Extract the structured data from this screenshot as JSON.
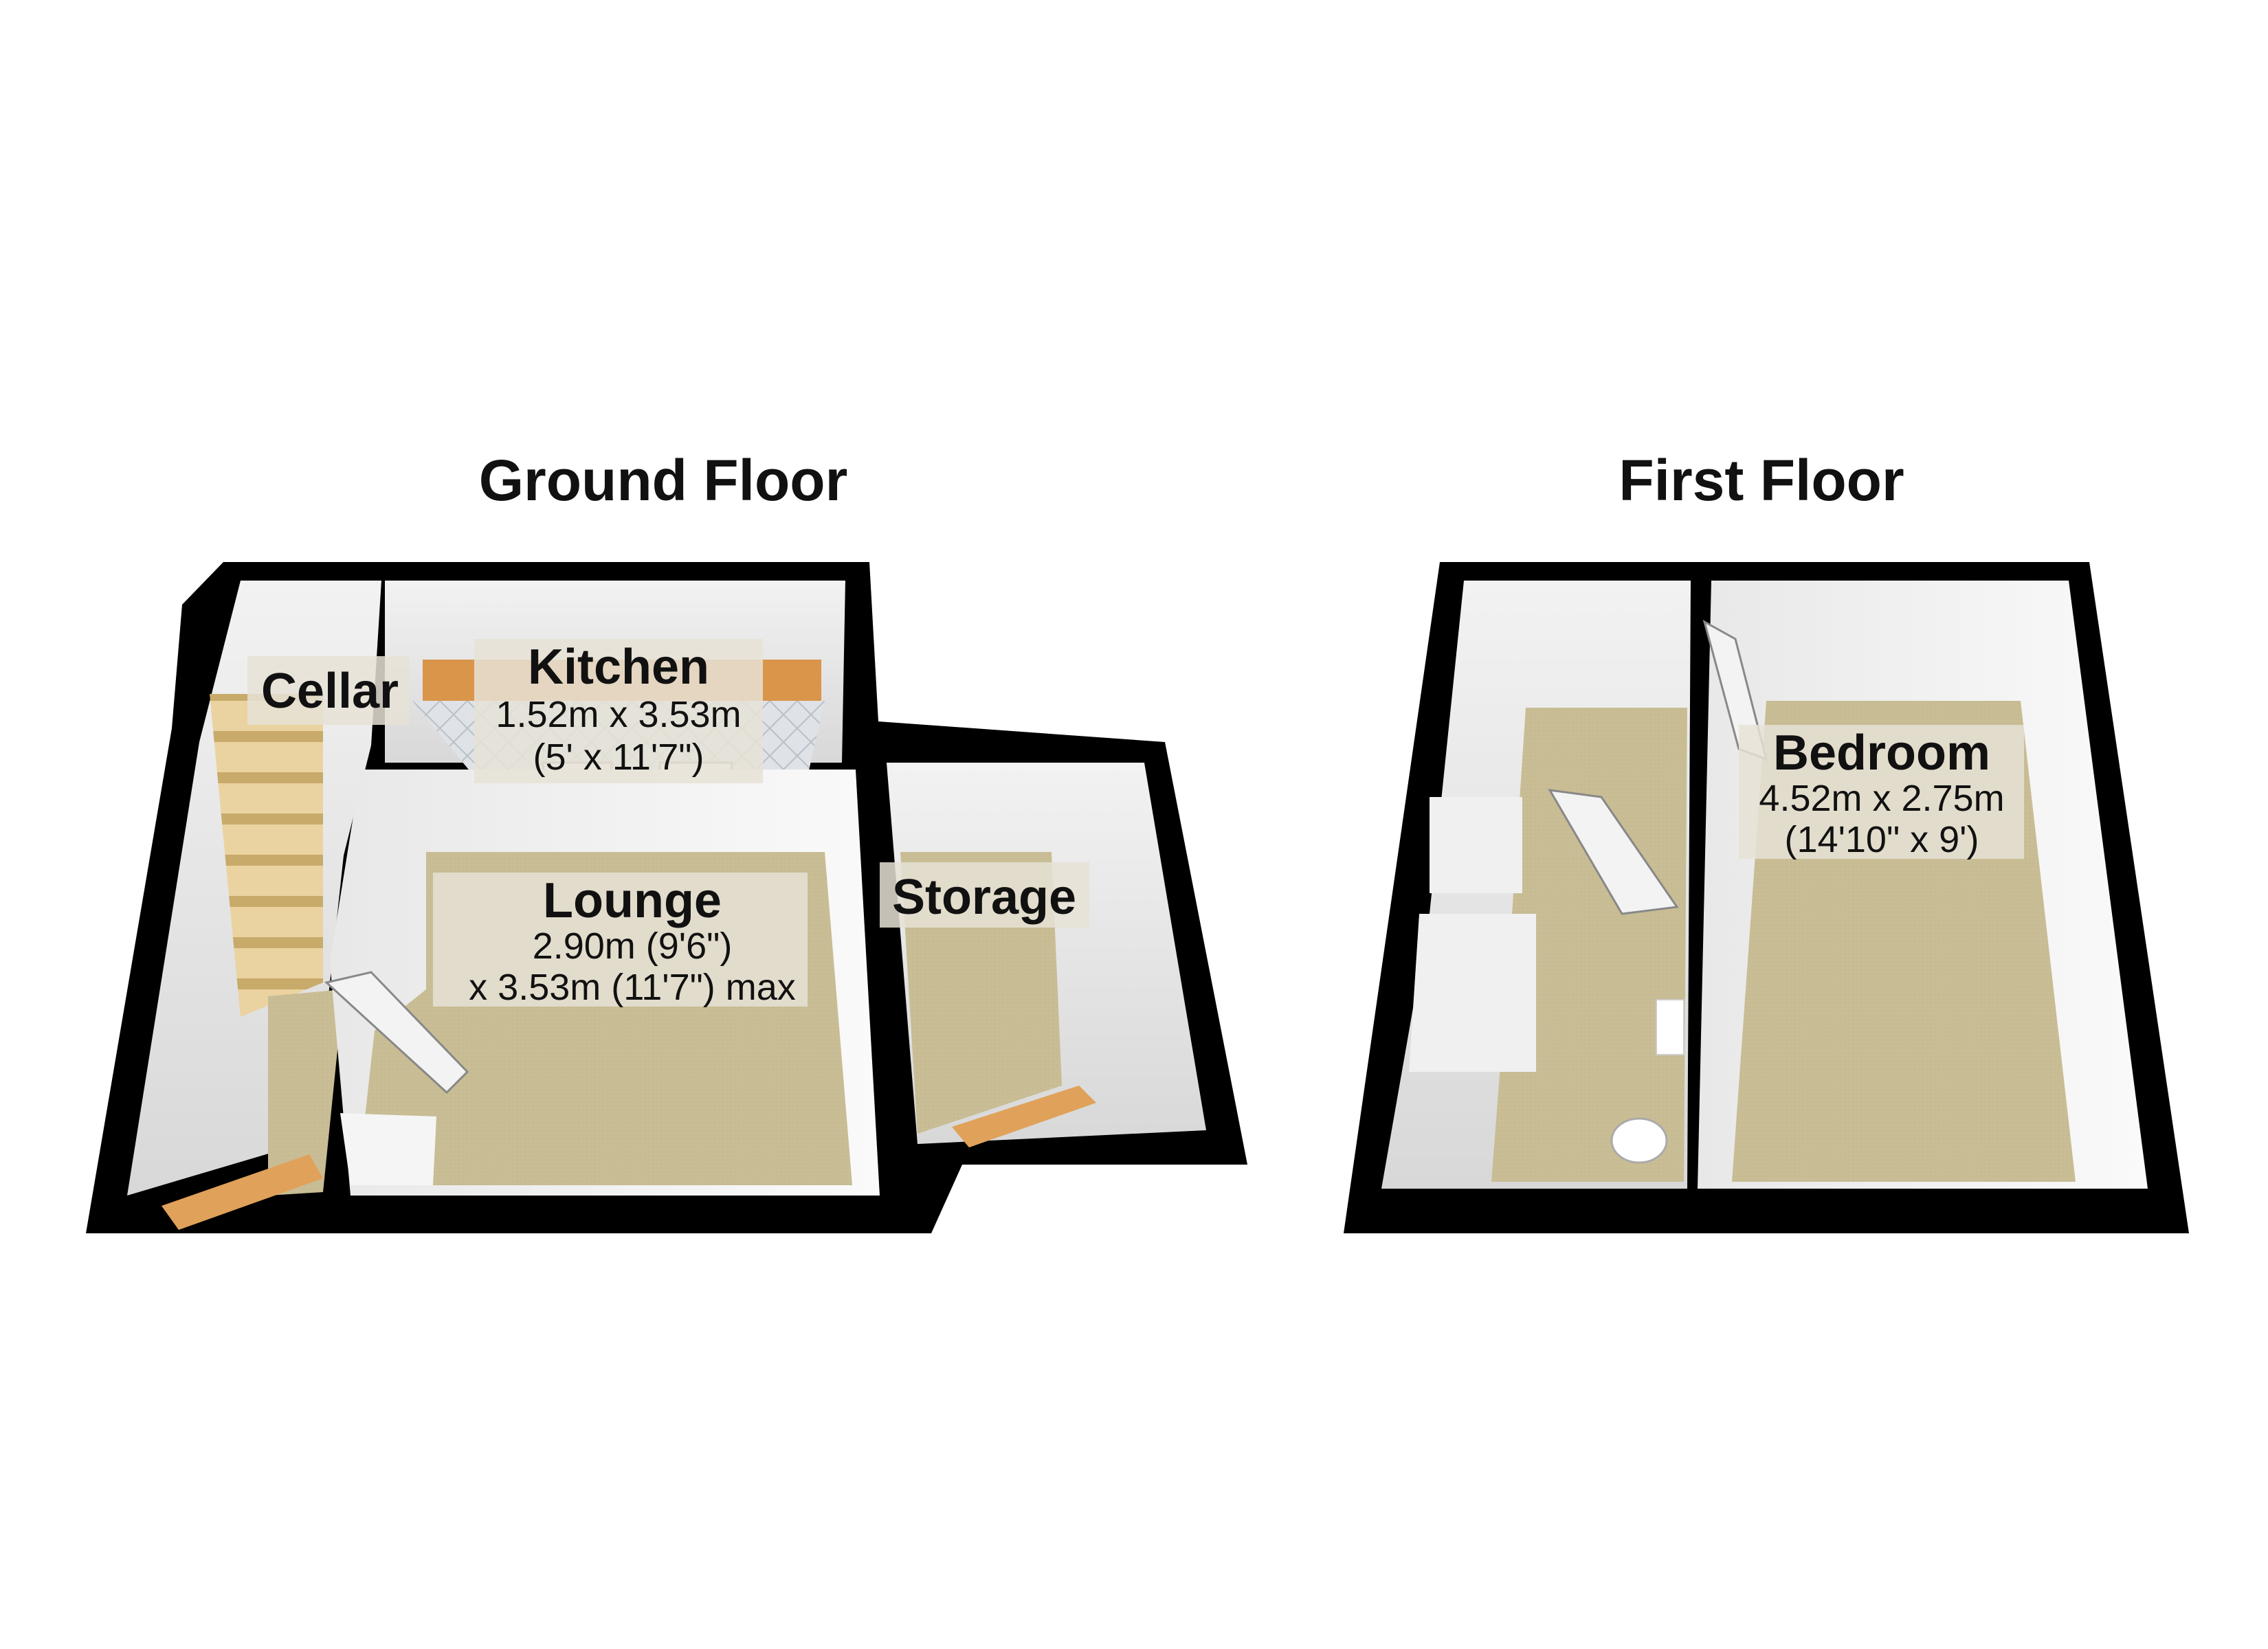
{
  "floors": [
    {
      "title": "Ground Floor",
      "rooms": [
        {
          "name": "Kitchen",
          "dim1": "1.52m x 3.53m",
          "dim2": "(5' x 11'7\")"
        },
        {
          "name": "Cellar"
        },
        {
          "name": "Lounge",
          "dim1": "2.90m (9'6\")",
          "dim2": "x 3.53m (11'7\") max"
        },
        {
          "name": "Storage"
        }
      ]
    },
    {
      "title": "First Floor",
      "rooms": [
        {
          "name": "Bedroom",
          "dim1": "4.52m x 2.75m",
          "dim2": "(14'10\" x 9')"
        }
      ]
    }
  ],
  "colors": {
    "wall": "#000000",
    "inner_wall": "#ffffff",
    "carpet": "#c9bd95",
    "tile_floor": "#d8dde2",
    "stairs": "#e7c98a",
    "door": "#e0a15a",
    "worktop": "#d9954a"
  }
}
